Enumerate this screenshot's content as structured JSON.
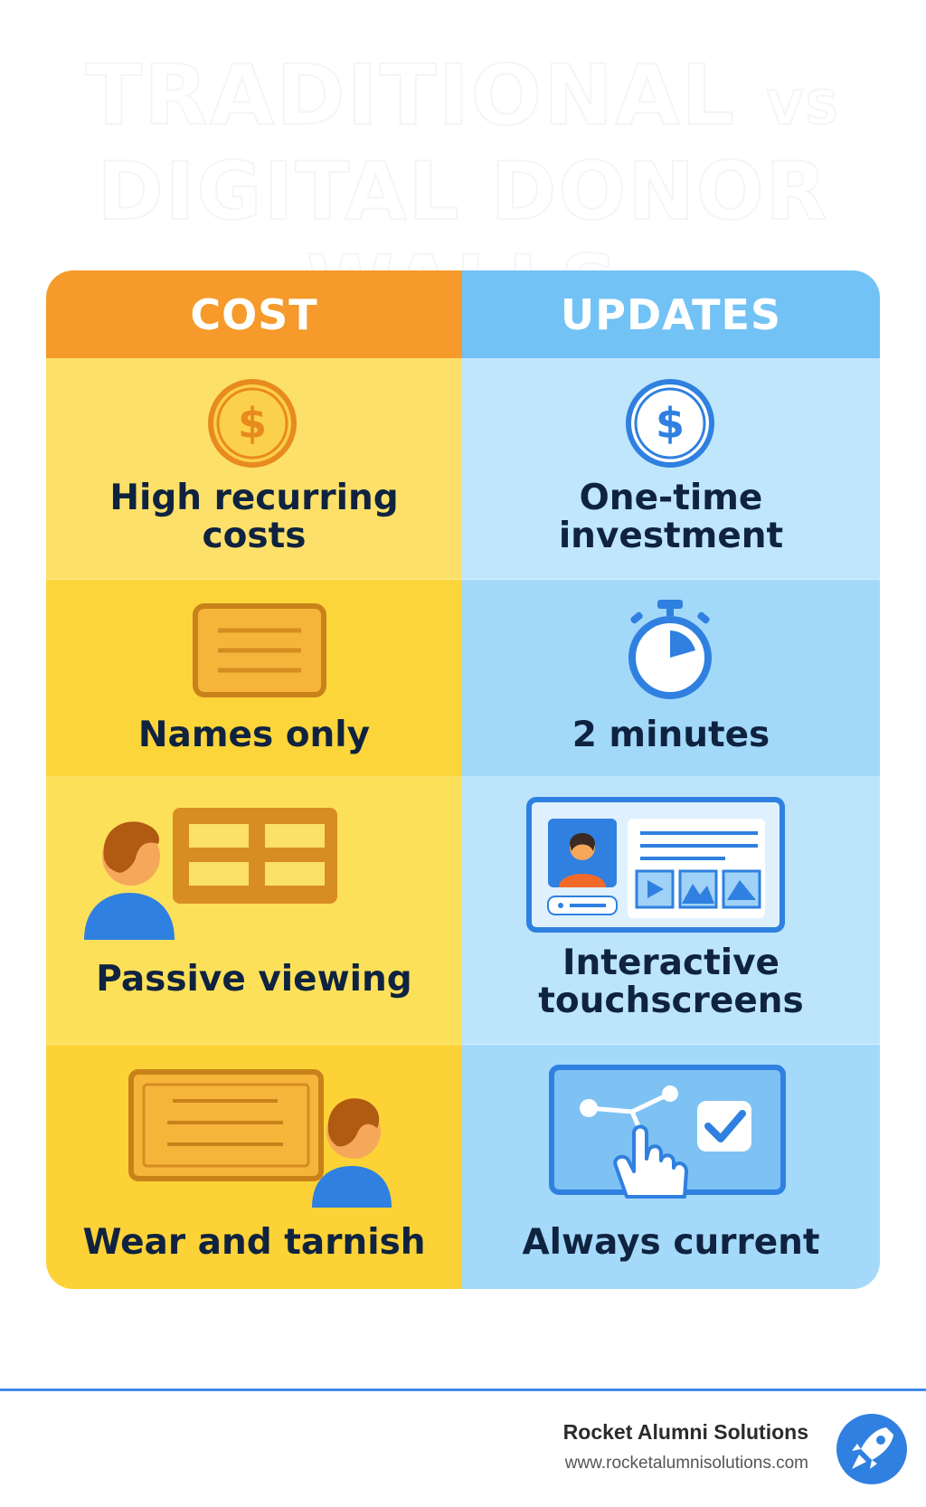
{
  "title": {
    "line1": "TRADITIONAL",
    "vs": "VS",
    "line2": "DIGITAL DONOR WALLS"
  },
  "columns": {
    "left": "COST",
    "right": "UPDATES"
  },
  "rows": [
    {
      "left": "High recurring\ncosts",
      "right": "One-time\ninvestment",
      "left_icon": "dollar-coin-icon",
      "right_icon": "dollar-coin-icon"
    },
    {
      "left": "Names only",
      "right": "2 minutes",
      "left_icon": "nameplate-icon",
      "right_icon": "stopwatch-icon"
    },
    {
      "left": "Passive viewing",
      "right": "Interactive\ntouchscreens",
      "left_icon": "person-viewing-plaque-icon",
      "right_icon": "interactive-display-icon"
    },
    {
      "left": "Wear and tarnish",
      "right": "Always current",
      "left_icon": "tarnished-plaque-icon",
      "right_icon": "touchscreen-tap-icon"
    }
  ],
  "footer": {
    "brand": "Rocket Alumni Solutions",
    "url": "www.rocketalumnisolutions.com",
    "logo_icon": "rocket-icon"
  },
  "colors": {
    "orange": "#f59a2b",
    "blue": "#72c2f6",
    "yellow": "#fcd53a",
    "light_blue": "#bfe6fb",
    "text": "#0f2340",
    "accent_line": "#3f8ae8"
  }
}
